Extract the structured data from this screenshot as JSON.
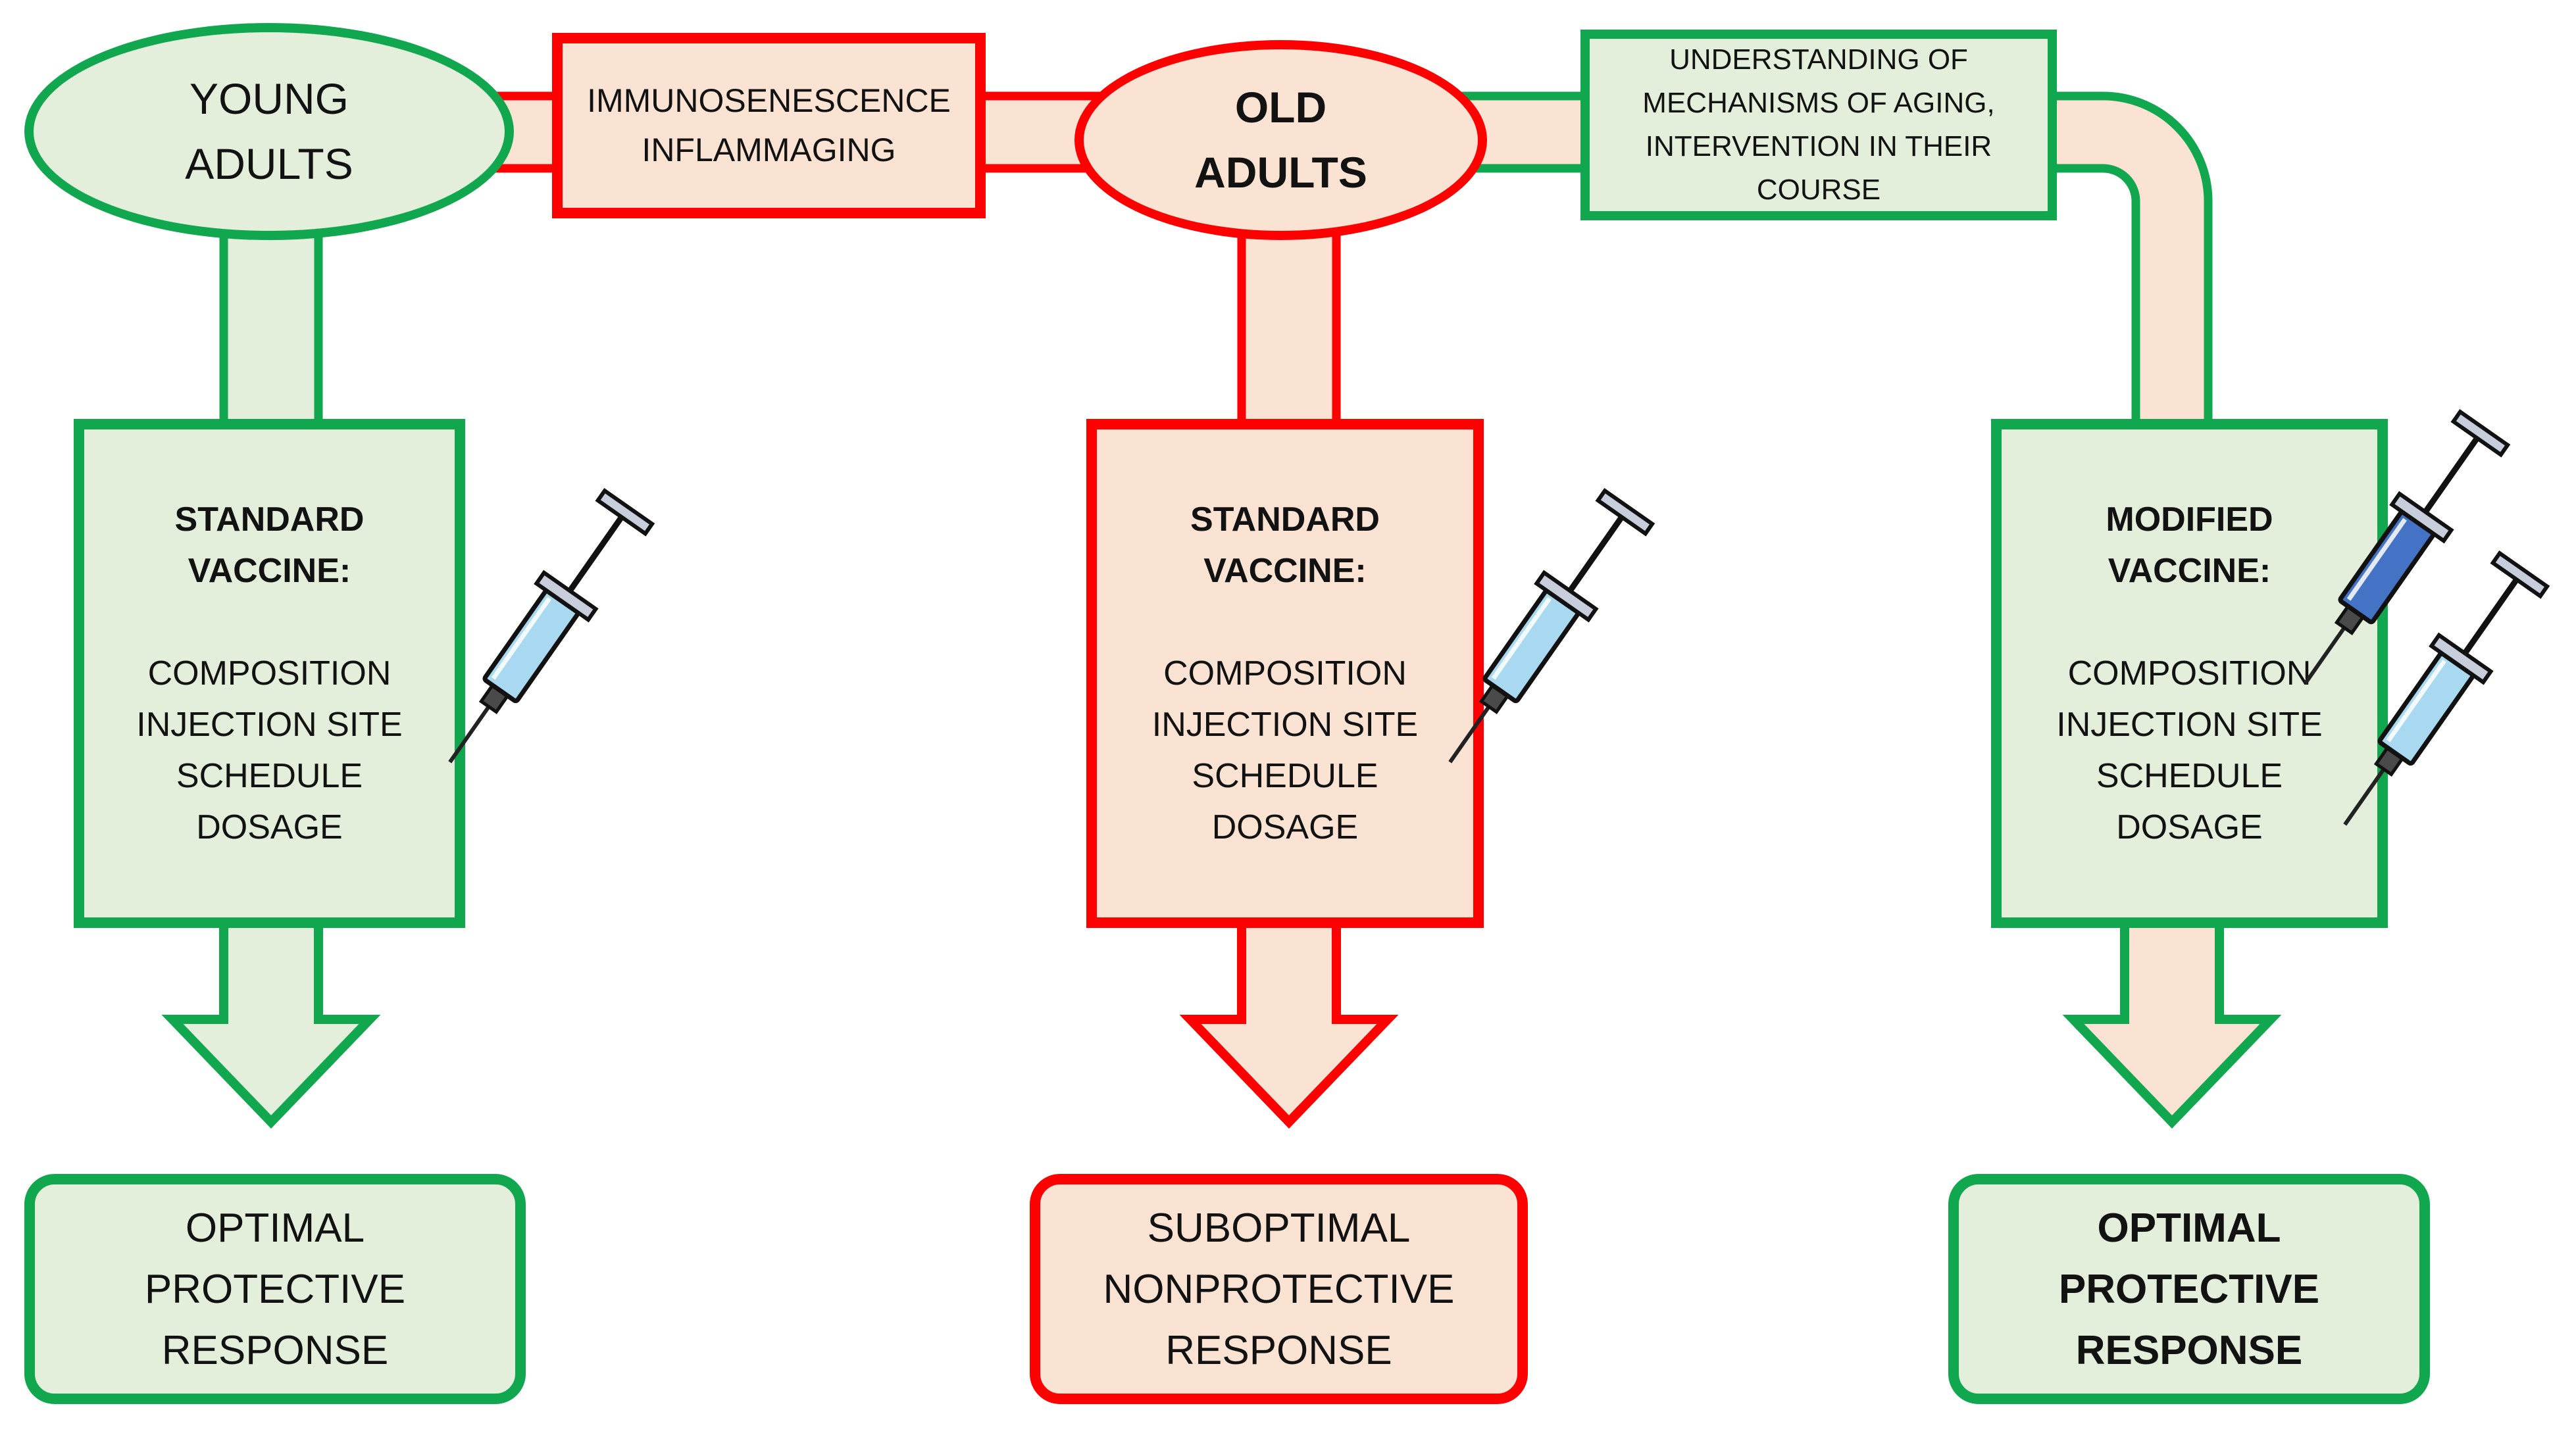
{
  "palette": {
    "green_stroke": "#10A74F",
    "green_fill": "#E3EEDB",
    "red_stroke": "#FF0000",
    "pink_fill": "#FAE3D3",
    "syringe_light_blue": "#A9D9F0",
    "syringe_dark_blue": "#4472C4",
    "syringe_metal_gray": "#C7CDDA",
    "text_color": "#121212"
  },
  "nodes": {
    "young_adults": {
      "label": "YOUNG\nADULTS"
    },
    "immunosenescence": {
      "label": "IMMUNOSENESCENCE\nINFLAMMAGING"
    },
    "old_adults": {
      "label": "OLD\nADULTS"
    },
    "understanding": {
      "label": "UNDERSTANDING OF\nMECHANISMS OF AGING,\nINTERVENTION IN THEIR\nCOURSE"
    },
    "standard_vaccine_young": {
      "title": "STANDARD\nVACCINE:",
      "details": "COMPOSITION\nINJECTION SITE\nSCHEDULE\nDOSAGE"
    },
    "standard_vaccine_old": {
      "title": "STANDARD\nVACCINE:",
      "details": "COMPOSITION\nINJECTION SITE\nSCHEDULE\nDOSAGE"
    },
    "modified_vaccine": {
      "title": "MODIFIED\nVACCINE:",
      "details": "COMPOSITION\nINJECTION SITE\nSCHEDULE\nDOSAGE"
    },
    "optimal_response_young": {
      "label": "OPTIMAL\nPROTECTIVE\nRESPONSE"
    },
    "suboptimal_response_old": {
      "label": "SUBOPTIMAL\nNONPROTECTIVE\nRESPONSE"
    },
    "optimal_response_modified": {
      "label": "OPTIMAL\nPROTECTIVE\nRESPONSE"
    }
  },
  "icons": {
    "syringe_standard_young": "syringe-icon",
    "syringe_standard_old": "syringe-icon",
    "syringe_modified_dark": "syringe-icon",
    "syringe_modified_light": "syringe-icon"
  }
}
